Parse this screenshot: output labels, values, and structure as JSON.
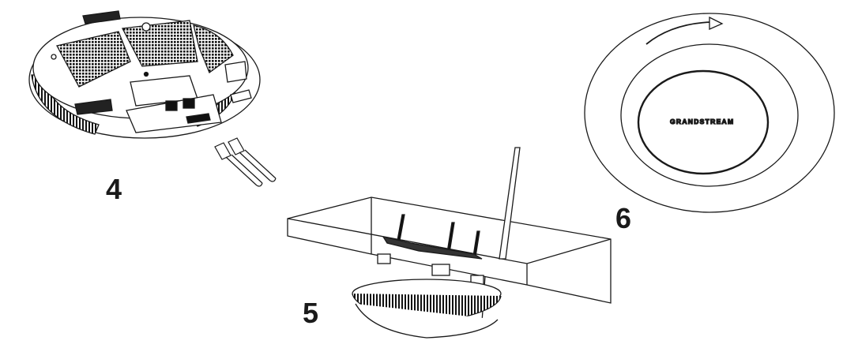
{
  "steps": [
    {
      "number": "4",
      "description_hidden": ""
    },
    {
      "number": "5"
    },
    {
      "number": "6"
    }
  ],
  "device_brand_text": "GRANDSTREAM",
  "colors": {
    "line": "#1a1a1a",
    "background": "#ffffff",
    "shade": "#555555"
  }
}
